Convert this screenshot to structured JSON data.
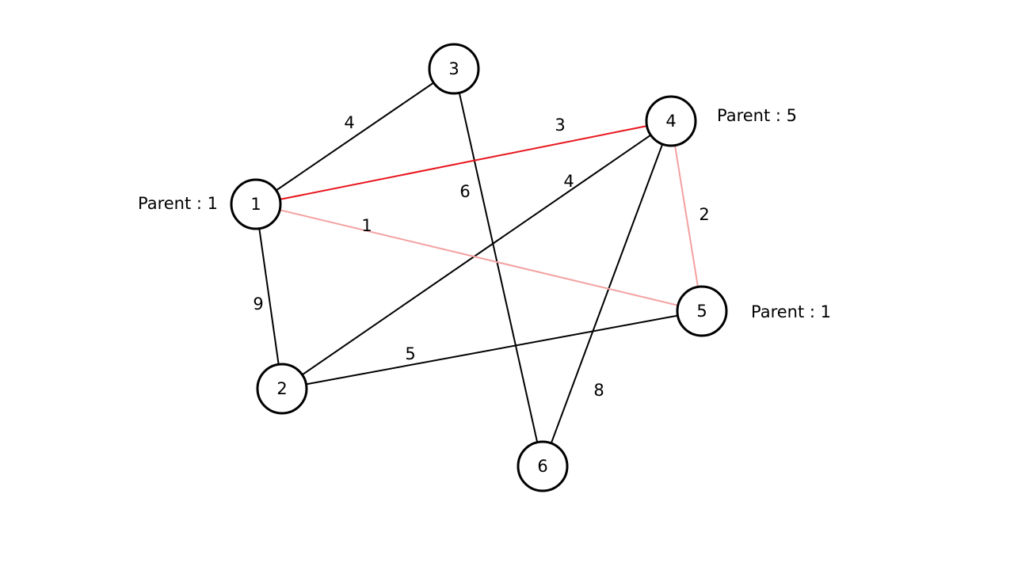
{
  "nodes": [
    {
      "id": "1",
      "label": "1"
    },
    {
      "id": "2",
      "label": "2"
    },
    {
      "id": "3",
      "label": "3"
    },
    {
      "id": "4",
      "label": "4"
    },
    {
      "id": "5",
      "label": "5"
    },
    {
      "id": "6",
      "label": "6"
    }
  ],
  "edges": [
    {
      "from": "1",
      "to": "3",
      "weight": "4",
      "style": "normal"
    },
    {
      "from": "1",
      "to": "4",
      "weight": "3",
      "style": "highlight"
    },
    {
      "from": "1",
      "to": "5",
      "weight": "1",
      "style": "selected"
    },
    {
      "from": "1",
      "to": "2",
      "weight": "9",
      "style": "normal"
    },
    {
      "from": "3",
      "to": "6",
      "weight": "6",
      "style": "normal"
    },
    {
      "from": "4",
      "to": "2",
      "weight": "4",
      "style": "normal"
    },
    {
      "from": "4",
      "to": "5",
      "weight": "2",
      "style": "selected"
    },
    {
      "from": "4",
      "to": "6",
      "weight": "8",
      "style": "normal"
    },
    {
      "from": "2",
      "to": "5",
      "weight": "5",
      "style": "normal"
    }
  ],
  "parents": [
    {
      "node": "1",
      "text": "Parent : 1"
    },
    {
      "node": "4",
      "text": "Parent : 5"
    },
    {
      "node": "5",
      "text": "Parent : 1"
    }
  ],
  "colors": {
    "normal": "#000000",
    "highlight": "#e8141b",
    "selected": "#f4a0a0"
  }
}
